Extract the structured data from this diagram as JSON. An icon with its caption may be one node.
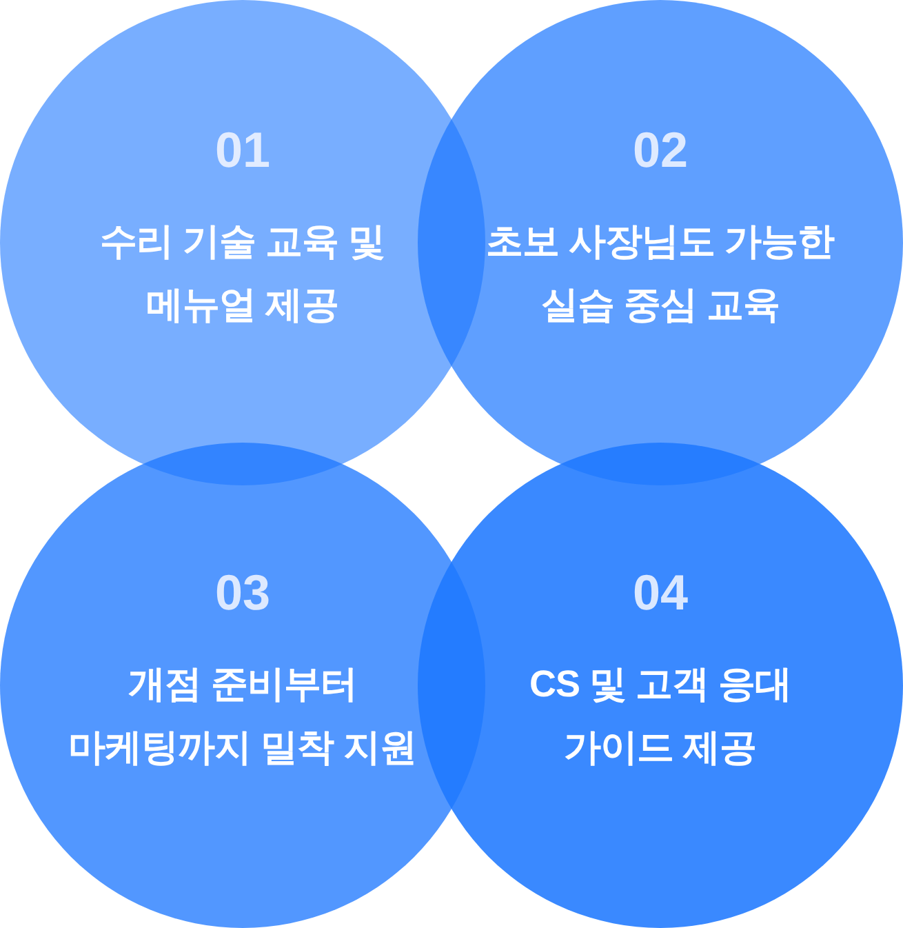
{
  "diagram": {
    "nodes": [
      {
        "text": [
          "01",
          "수리 기술 교육 및 메뉴얼 제공"
        ]
      },
      {
        "text": [
          "02",
          "초보 사장님도 가능한 실습 중심 교육"
        ]
      },
      {
        "text": [
          "03",
          "개점 준비부터 마케팅까지 밀착 지원"
        ]
      },
      {
        "text": [
          "04",
          "CS 및 고객 응대 가이드 제공"
        ]
      }
    ]
  }
}
